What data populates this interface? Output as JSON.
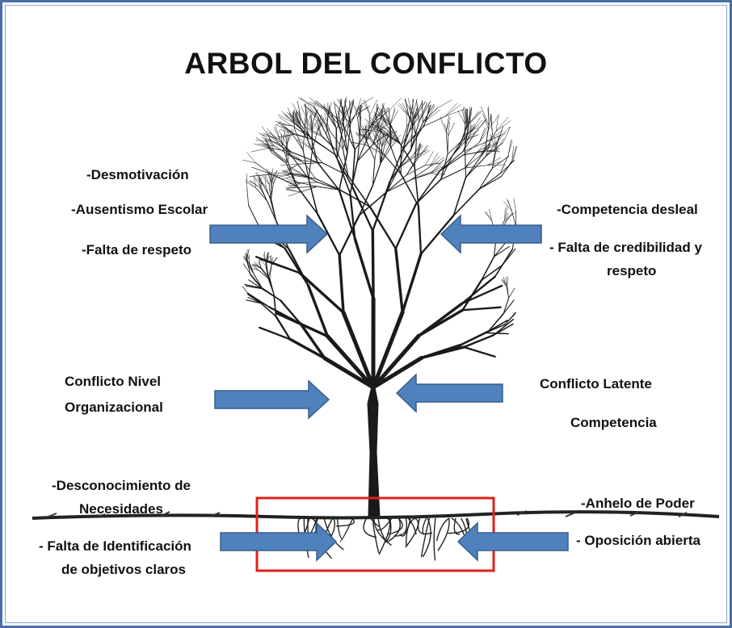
{
  "title": "ARBOL DEL CONFLICTO",
  "colors": {
    "arrow_fill": "#4f81bd",
    "arrow_stroke": "#385d8a",
    "box_stroke": "#e0201b",
    "border": "#4a6fa5"
  },
  "top_left": {
    "l1": "-Desmotivación",
    "l2": "-Ausentismo Escolar",
    "l3": "-Falta de respeto"
  },
  "top_right": {
    "l1": "-Competencia desleal",
    "l2": "- Falta de credibilidad y",
    "l3": "respeto"
  },
  "mid_left": {
    "l1": "Conflicto Nivel",
    "l2": "Organizacional"
  },
  "mid_right": {
    "l1": "Conflicto Latente",
    "l2": "Competencia"
  },
  "bottom_left": {
    "l1": "-Desconocimiento de",
    "l2": "Necesidades",
    "l3": "- Falta de Identificación",
    "l4": "de objetivos claros"
  },
  "bottom_right": {
    "l1": "-Anhelo de Poder",
    "l2": "- Oposición abierta"
  }
}
